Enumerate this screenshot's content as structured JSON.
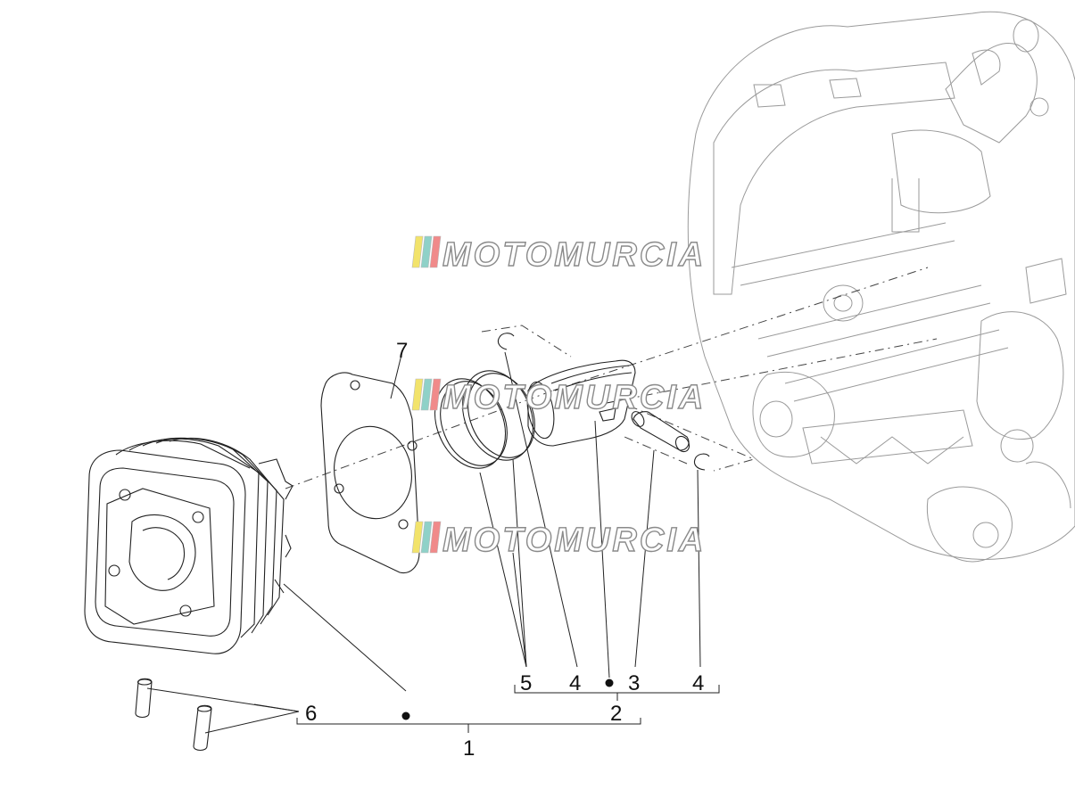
{
  "callouts": {
    "c7": "7",
    "c5": "5",
    "c4a": "4",
    "c3": "3",
    "c4b": "4",
    "c2": "2",
    "c6": "6",
    "c1": "1"
  },
  "watermark": {
    "text": "MOTOMURCIA",
    "stripe_colors": [
      "#f2e36b",
      "#8fd1c8",
      "#f08a8a"
    ]
  },
  "colors": {
    "line": "#222222",
    "faint_line": "#9a9a9a"
  }
}
